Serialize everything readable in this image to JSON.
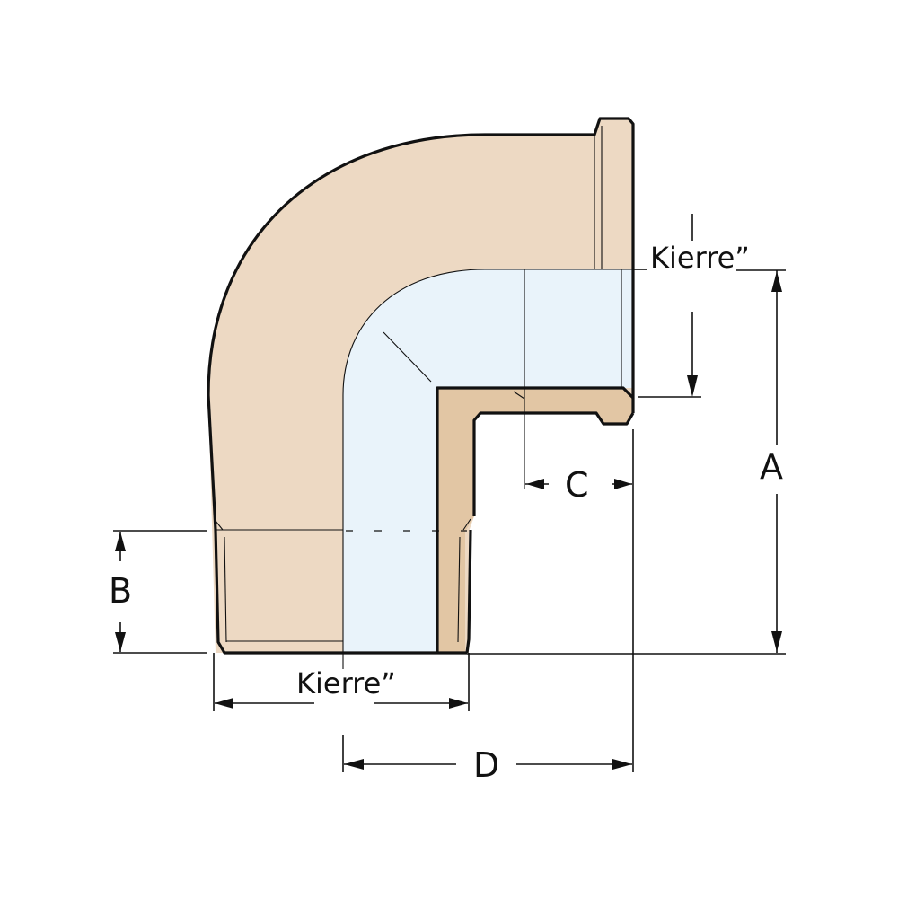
{
  "diagram": {
    "subject": "90-degree pipe elbow, male thread x socket, cross-section",
    "labels": {
      "thread_top": "Kierre”",
      "thread_bottom": "Kierre”",
      "dim_a": "A",
      "dim_b": "B",
      "dim_c": "C",
      "dim_d": "D"
    },
    "colors": {
      "body": "#EDD9C3",
      "body_cut": "#E2C6A4",
      "bore": "#E9F3FA",
      "line": "#111111",
      "background": "#FFFFFF"
    }
  }
}
